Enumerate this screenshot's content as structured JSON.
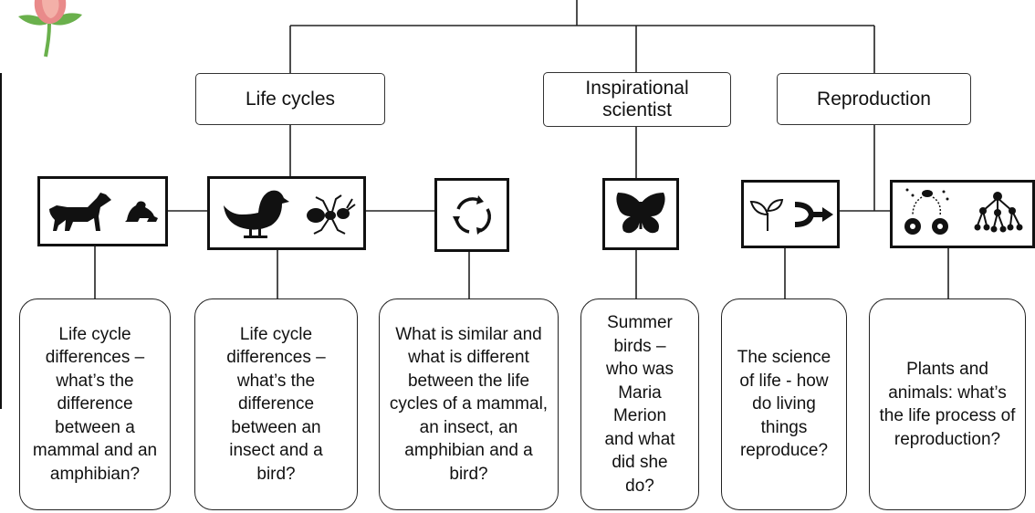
{
  "headers": {
    "life_cycles": "Life cycles",
    "inspirational": "Inspirational scientist",
    "reproduction": "Reproduction"
  },
  "questions": [
    "Life cycle differences – what’s the difference between a mammal and an amphibian?",
    "Life cycle differences – what’s the difference between an insect and a bird?",
    "What is similar and what is different between the life cycles of a mammal, an insect, an amphibian and a bird?",
    "Summer birds – who was Maria Merion and what did she do?",
    "The science of life - how do living things reproduce?",
    "Plants and animals: what’s the life process of reproduction?"
  ],
  "icons": [
    "flower-icon",
    "dog-icon",
    "frog-icon",
    "bird-icon",
    "ant-icon",
    "cycle-arrows-icon",
    "butterfly-icon",
    "sprout-icon",
    "merge-arrow-icon",
    "pollination-icon",
    "branching-icon"
  ],
  "colors": {
    "flower_petal": "#e98a8a",
    "flower_stem": "#6ab04c",
    "line": "#222222"
  }
}
